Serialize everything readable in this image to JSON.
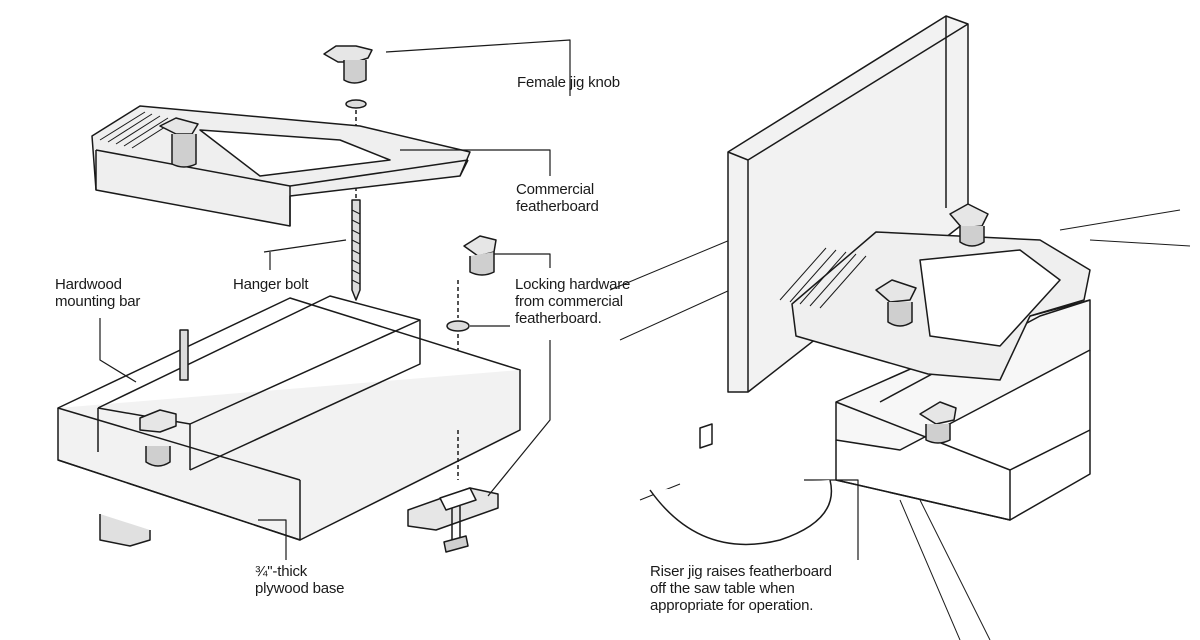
{
  "labels": {
    "female_jig_knob": [
      "Female jig knob"
    ],
    "commercial_featherboard": [
      "Commercial",
      "featherboard"
    ],
    "hanger_bolt": [
      "Hanger bolt"
    ],
    "hardwood_mounting_bar": [
      "Hardwood",
      "mounting bar"
    ],
    "locking_hardware": [
      "Locking hardware",
      "from commercial",
      "featherboard."
    ],
    "plywood_base": [
      "¾\"-thick",
      "plywood base"
    ],
    "riser_jig": [
      "Riser jig raises featherboard",
      "off the saw table when",
      "appropriate for operation."
    ]
  },
  "colors": {
    "line": "#1a1a1a",
    "shade": "#d9d9d9",
    "light": "#efefef",
    "text": "#1a1a1a"
  }
}
